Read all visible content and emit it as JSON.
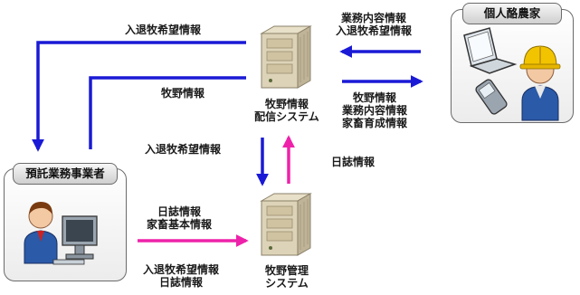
{
  "nodes": {
    "farmer": {
      "title": "個人酪農家"
    },
    "contractor": {
      "title": "預託業務事業者"
    },
    "distribution_server": {
      "label": [
        "牧野情報",
        "配信システム"
      ]
    },
    "management_server": {
      "label": [
        "牧野管理",
        "システム"
      ]
    }
  },
  "flows": {
    "entry_exit_request_top": [
      "入退牧希望情報"
    ],
    "pasture_info_left": [
      "牧野情報"
    ],
    "farmer_to_server": [
      "業務内容情報",
      "入退牧希望情報"
    ],
    "server_to_farmer": [
      "牧野情報",
      "業務内容情報",
      "家畜育成情報"
    ],
    "server_down": [
      "入退牧希望情報"
    ],
    "server_up": [
      "日誌情報"
    ],
    "contractor_to_mgmt": [
      "日誌情報",
      "家畜基本情報"
    ],
    "mgmt_to_contractor": [
      "入退牧希望情報",
      "日誌情報"
    ]
  },
  "colors": {
    "blue": "#1a1ad6",
    "magenta": "#ee22aa",
    "border": "#6b6b6b"
  }
}
